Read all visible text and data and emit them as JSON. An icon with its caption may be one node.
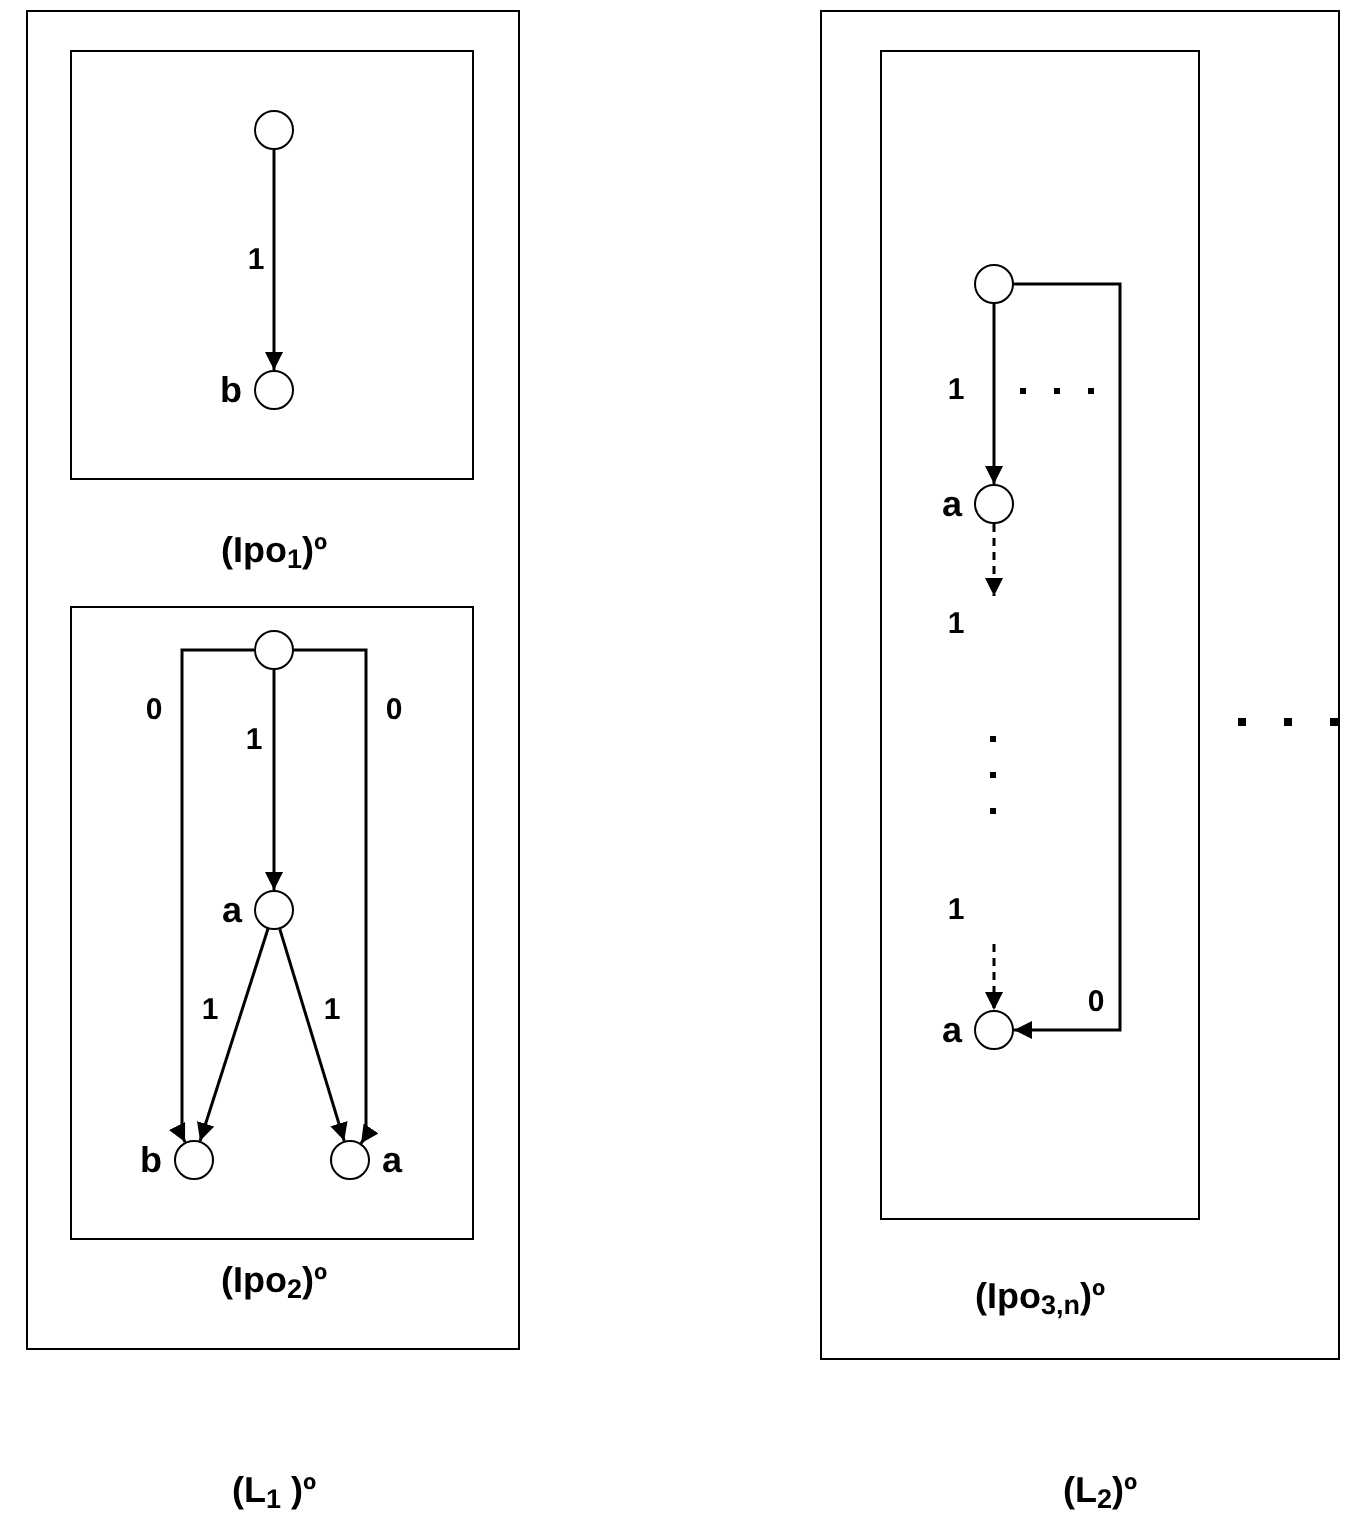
{
  "diagram": {
    "nodes": [
      {
        "text": [
          "(L$_{1}$ )º"
        ]
      },
      {
        "text": [
          "(Ipo$_{1}$)º"
        ],
        "in": 0
      },
      {
        "text": [
          "(Ipo$_{2}$)º"
        ],
        "in": 0
      },
      {
        "text": [
          "(L$_{2}$)º"
        ]
      },
      {
        "text": [
          "(Ipo$_{3,n}$)º"
        ],
        "in": 3
      },
      {
        "text": [],
        "shape": "circle",
        "in": 1
      },
      {
        "text": [],
        "shape": "circle",
        "in": 1,
        "beside": [
          "b"
        ]
      },
      {
        "text": [],
        "shape": "circle",
        "in": 2
      },
      {
        "text": [],
        "shape": "circle",
        "in": 2,
        "beside": [
          "a"
        ]
      },
      {
        "text": [],
        "shape": "circle",
        "in": 2,
        "beside": [
          "b"
        ]
      },
      {
        "text": [],
        "shape": "circle",
        "in": 2,
        "beside": [
          "a"
        ]
      },
      {
        "text": [],
        "shape": "circle",
        "in": 4
      },
      {
        "text": [],
        "shape": "circle",
        "in": 4,
        "beside": [
          "a"
        ]
      },
      {
        "text": [],
        "shape": "circle",
        "in": 4,
        "beside": [
          "a"
        ]
      }
    ],
    "edges": [
      {
        "from": 5,
        "to": 6,
        "arrow": "to",
        "label": "1"
      },
      {
        "from": 7,
        "to": 8,
        "arrow": "to",
        "label": "1"
      },
      {
        "from": 8,
        "to": 9,
        "arrow": "to",
        "label": "1"
      },
      {
        "from": 8,
        "to": 10,
        "arrow": "to",
        "label": "1"
      },
      {
        "from": 7,
        "to": 9,
        "arrow": "to",
        "label": "0"
      },
      {
        "from": 7,
        "to": 10,
        "arrow": "to",
        "label": "0"
      },
      {
        "from": 11,
        "to": 12,
        "arrow": "to",
        "label": "1"
      },
      {
        "from": 11,
        "to": 13,
        "arrow": "to",
        "label": "0"
      },
      {
        "from": 12,
        "to": null,
        "arrow": "to",
        "label": "1",
        "style": "dashed"
      },
      {
        "from": null,
        "to": 13,
        "arrow": "to",
        "label": "1",
        "style": "dashed"
      }
    ]
  }
}
